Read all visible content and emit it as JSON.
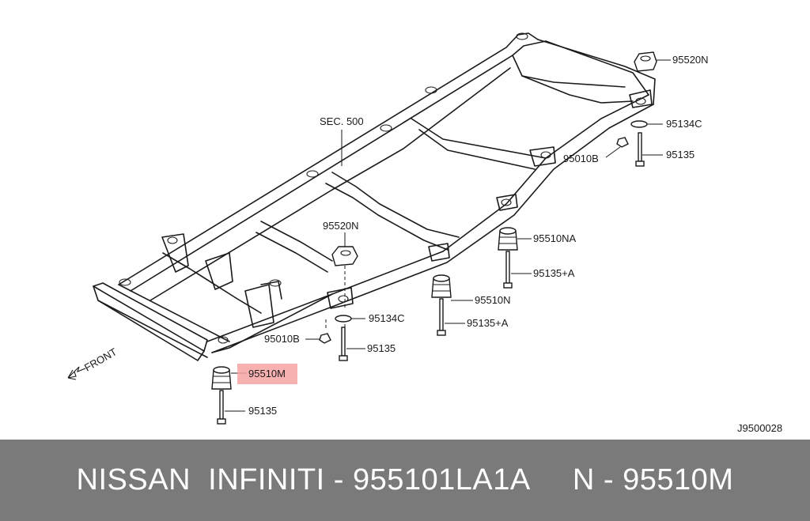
{
  "diagram": {
    "labels": {
      "sec500": "SEC. 500",
      "p95520n_top": "95520N",
      "p95134c_right": "95134C",
      "p95010b_right": "95010B",
      "p95135_right": "95135",
      "p95510na": "95510NA",
      "p95135a_upper": "95135+A",
      "p95510n": "95510N",
      "p95135a_lower": "95135+A",
      "p95520n_mid": "95520N",
      "p95134c_mid": "95134C",
      "p95010b_mid": "95010B",
      "p95135_mid": "95135",
      "p95510m": "95510M",
      "p95135_bottom": "95135",
      "front": "FRONT",
      "ref": "J9500028"
    },
    "highlight_color": "#f7a3a3"
  },
  "footer": {
    "text": "NISSAN  INFINITI - 955101LA1A     N - 95510M",
    "background": "#7a7a7a"
  }
}
